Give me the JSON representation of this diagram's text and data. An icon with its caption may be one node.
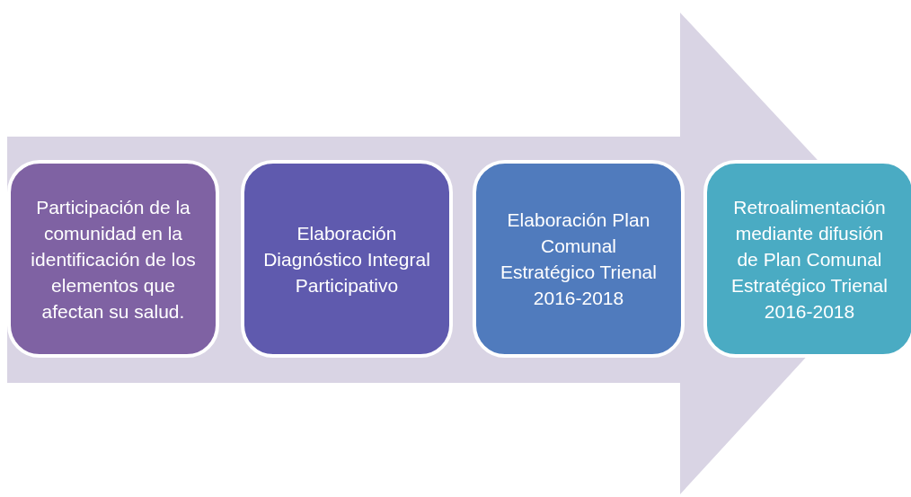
{
  "diagram": {
    "nodes": [
      {
        "text": [
          "Participación de la comunidad en la identificación de los elementos que afectan su salud."
        ]
      },
      {
        "text": [
          "Elaboración Diagnóstico Integral Participativo"
        ]
      },
      {
        "text": [
          "Elaboración Plan Comunal Estratégico Trienal 2016-2018"
        ]
      },
      {
        "text": [
          "Retroalimentación mediante difusión de Plan Comunal Estratégico Trienal 2016-2018"
        ]
      }
    ],
    "edges": [
      {
        "from": 0,
        "to": 3,
        "arrow": "to"
      }
    ]
  }
}
